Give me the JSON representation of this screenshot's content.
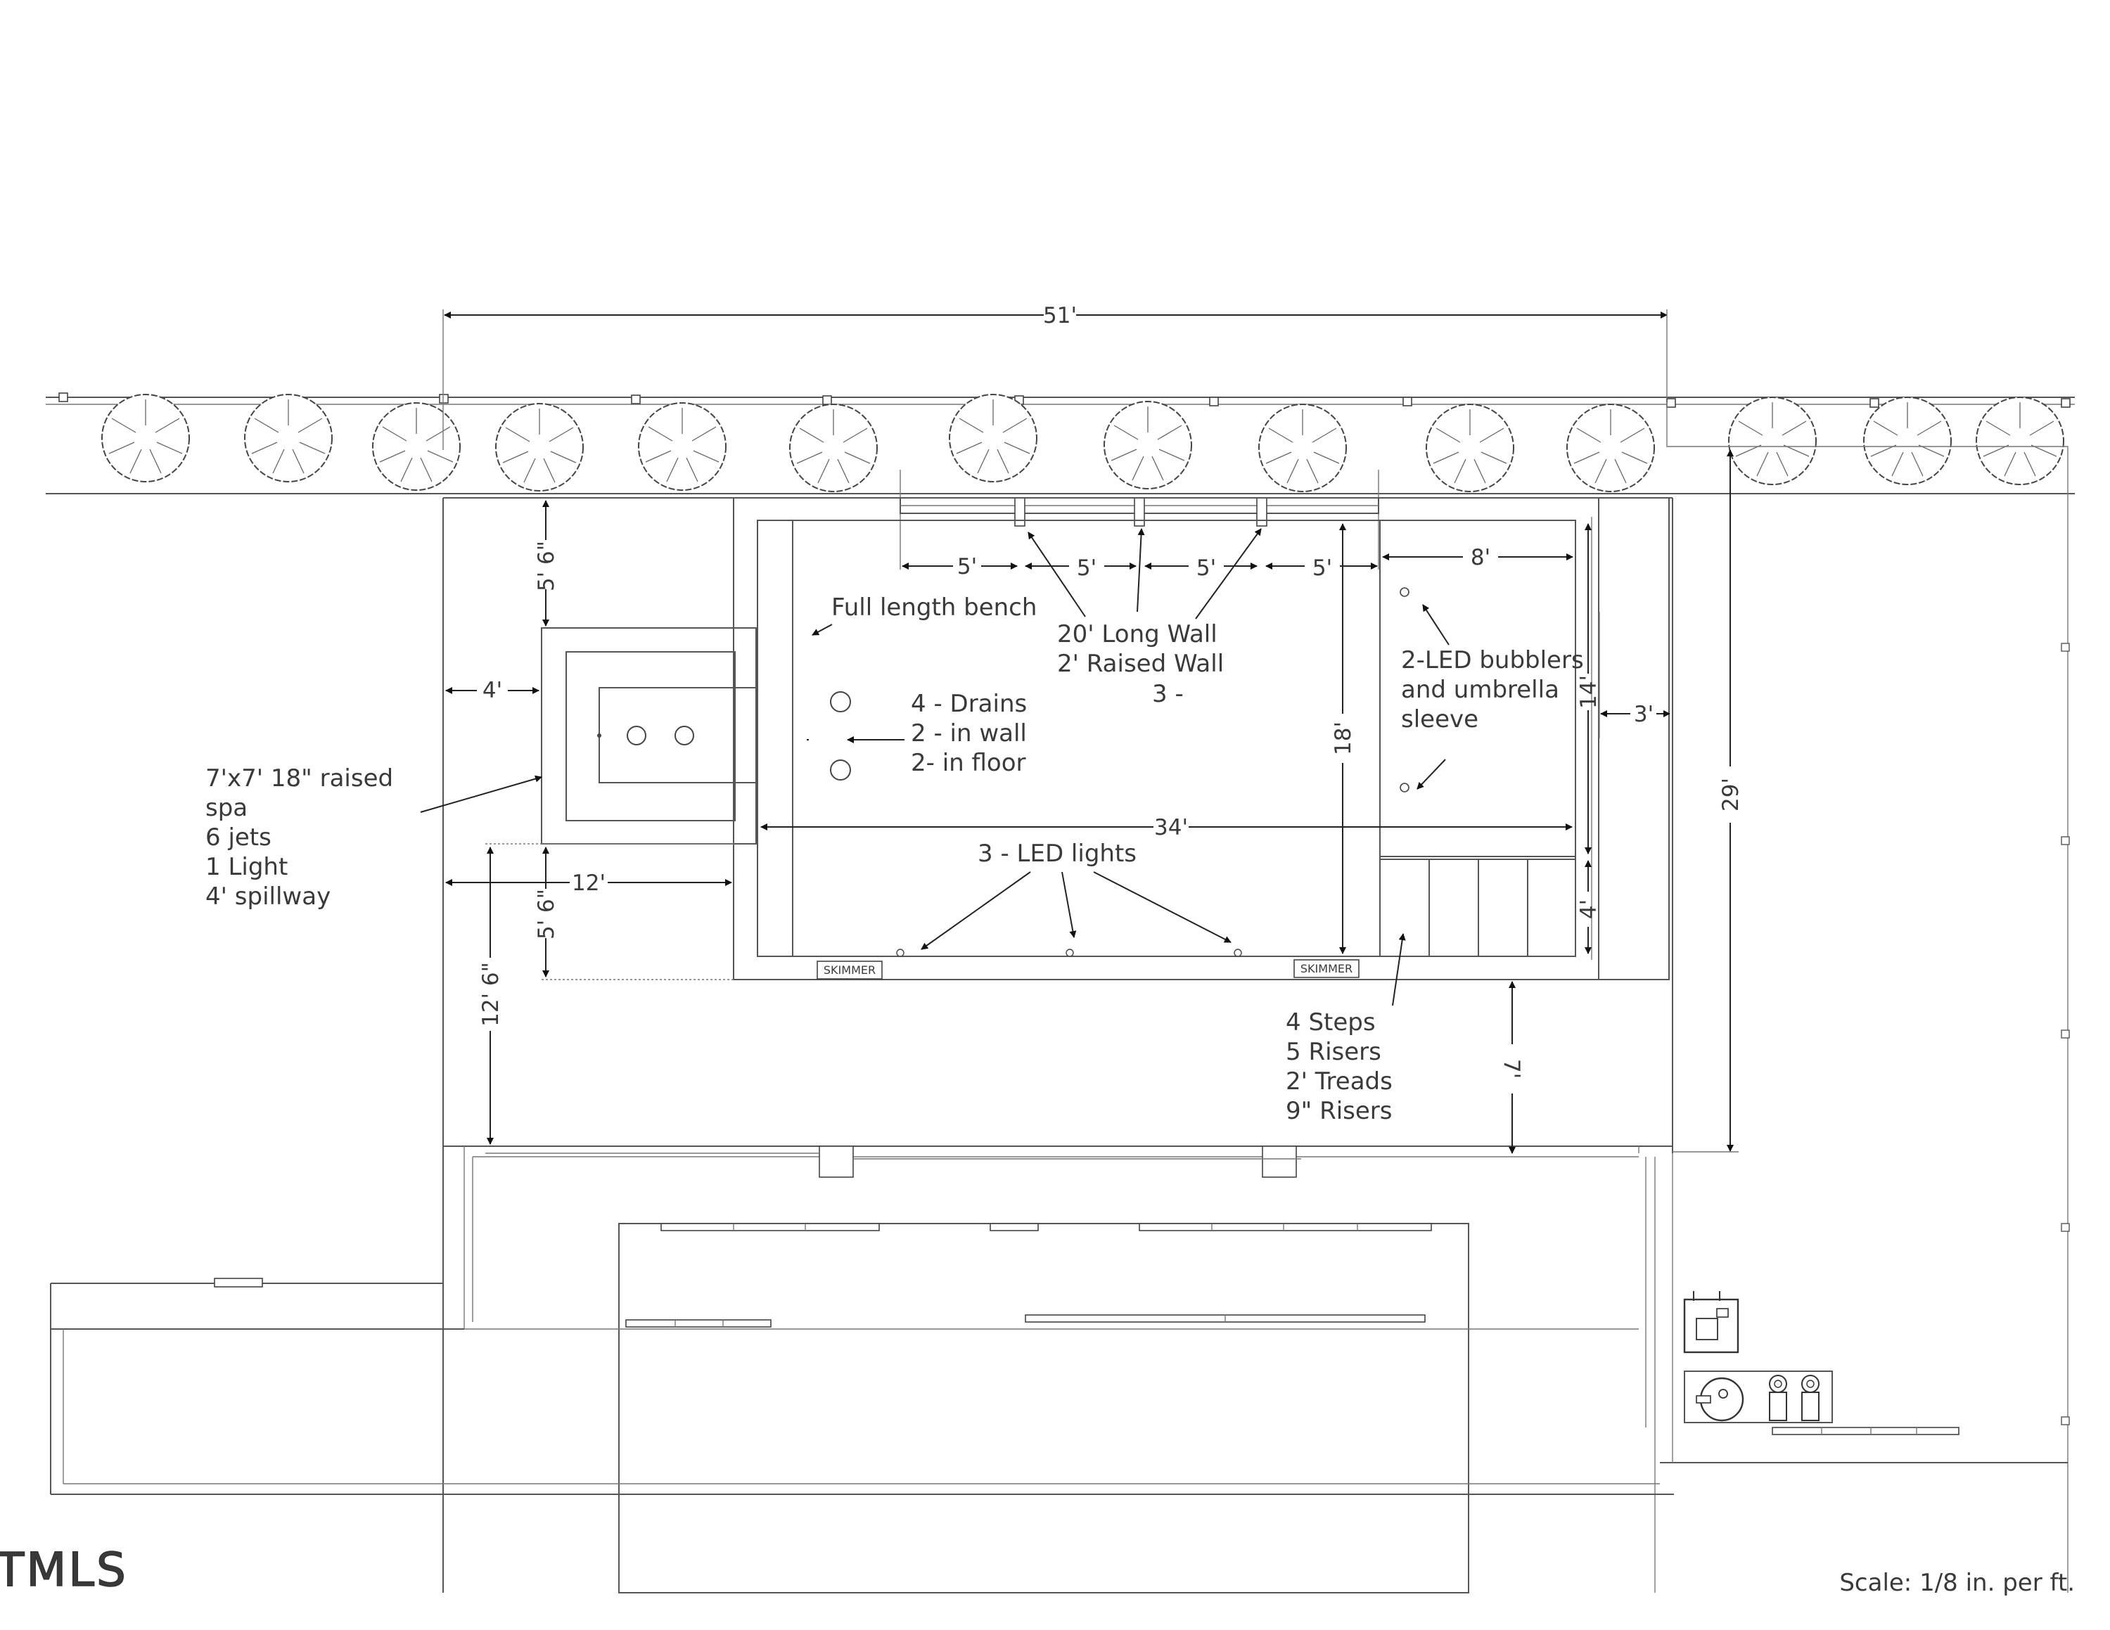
{
  "dimensions": {
    "overall_width": "51'",
    "spa_top_offset": "5' 6\"",
    "spa_left_offset": "4'",
    "spa_width": "12'",
    "spa_bottom_offset": "5' 6\"",
    "spa_to_house": "12' 6\"",
    "wall_segment_1": "5'",
    "wall_segment_2": "5'",
    "wall_segment_3": "5'",
    "wall_segment_4": "5'",
    "pool_width": "18'",
    "pool_length": "34'",
    "shelf_length": "8'",
    "shelf_width": "14'",
    "side_setback": "3'",
    "steps_depth": "4'",
    "pool_to_house": "7'",
    "yard_depth": "29'"
  },
  "notes": {
    "bench": "Full length bench",
    "wall": [
      "20' Long Wall",
      "2' Raised Wall",
      "3 -"
    ],
    "drains": [
      "4 - Drains",
      "2 - in wall",
      "2- in floor"
    ],
    "spa": [
      "7'x7' 18\" raised",
      "spa",
      "6 jets",
      "1 Light",
      "4' spillway"
    ],
    "bubblers": [
      "2-LED bubblers",
      "and umbrella",
      "sleeve"
    ],
    "lights": "3 - LED lights",
    "steps": [
      "4 Steps",
      "5 Risers",
      "2' Treads",
      "9\" Risers"
    ]
  },
  "skimmer_labels": [
    "SKIMMER",
    "SKIMMER"
  ],
  "scale": "Scale: 1/8 in. per ft.",
  "watermark": "TMLS"
}
